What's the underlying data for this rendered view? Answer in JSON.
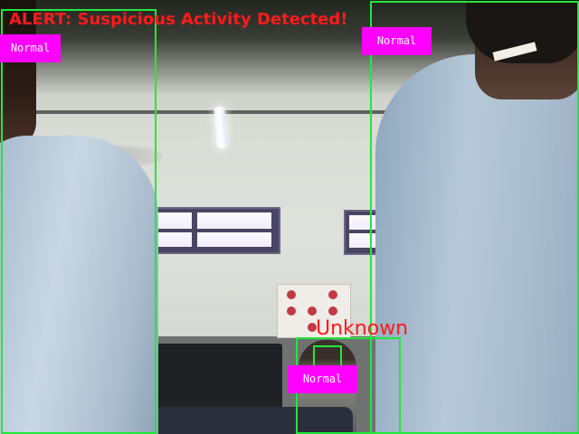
{
  "alert": {
    "text": "ALERT: Suspicious Activity Detected!",
    "color": "#ff1a1a"
  },
  "detections": [
    {
      "label": "Normal",
      "box_color": "#22e83a",
      "label_bg": "#ff00ff"
    },
    {
      "label": "Normal",
      "box_color": "#22e83a",
      "label_bg": "#ff00ff"
    },
    {
      "label": "Normal",
      "box_color": "#22e83a",
      "label_bg": "#ff00ff"
    }
  ],
  "face": {
    "label": "Unknown",
    "box_color": "#22e83a",
    "label_color": "#ff1a1a"
  }
}
